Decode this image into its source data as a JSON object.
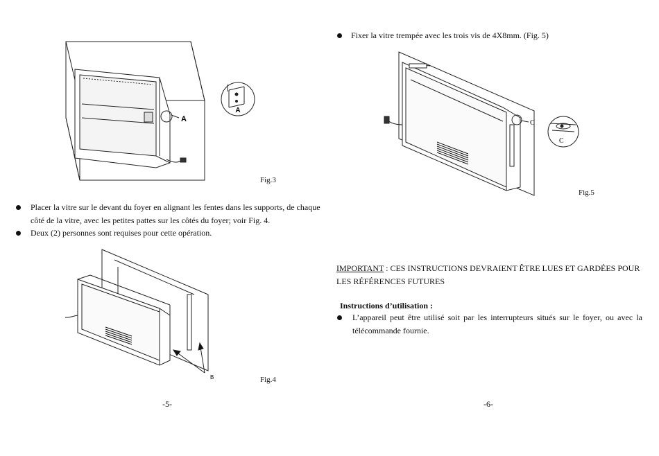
{
  "left_page": {
    "fig3": {
      "caption": "Fig.3",
      "callout": "A"
    },
    "bullets": [
      "Placer la vitre sur le devant du foyer en alignant les fentes dans les supports, de chaque",
      "côté de la vitre, avec les petites pattes sur les côtés du foyer; voir Fig. 4.",
      "Deux (2) personnes sont requises pour cette opération."
    ],
    "fig4": {
      "caption": "Fig.4",
      "callout": "B"
    },
    "page_number": "-5-"
  },
  "right_page": {
    "bullet_top": "Fixer la vitre trempée avec les trois vis de 4X8mm. (Fig. 5)",
    "fig5": {
      "caption": "Fig.5",
      "callout": "C"
    },
    "important_label": "IMPORTANT",
    "important_text_line1": " : CES INSTRUCTIONS DEVRAIENT ÊTRE LUES ET GARDÉES POUR",
    "important_text_line2": "LES RÉFÉRENCES FUTURES",
    "usage_heading": "Instructions d’utilisation :",
    "usage_bullet_line1": "L’appareil peut être utilisé soit par les interrupteurs situés sur le foyer, ou avec la",
    "usage_bullet_line2": "télécommande fournie.",
    "page_number": "-6-"
  }
}
